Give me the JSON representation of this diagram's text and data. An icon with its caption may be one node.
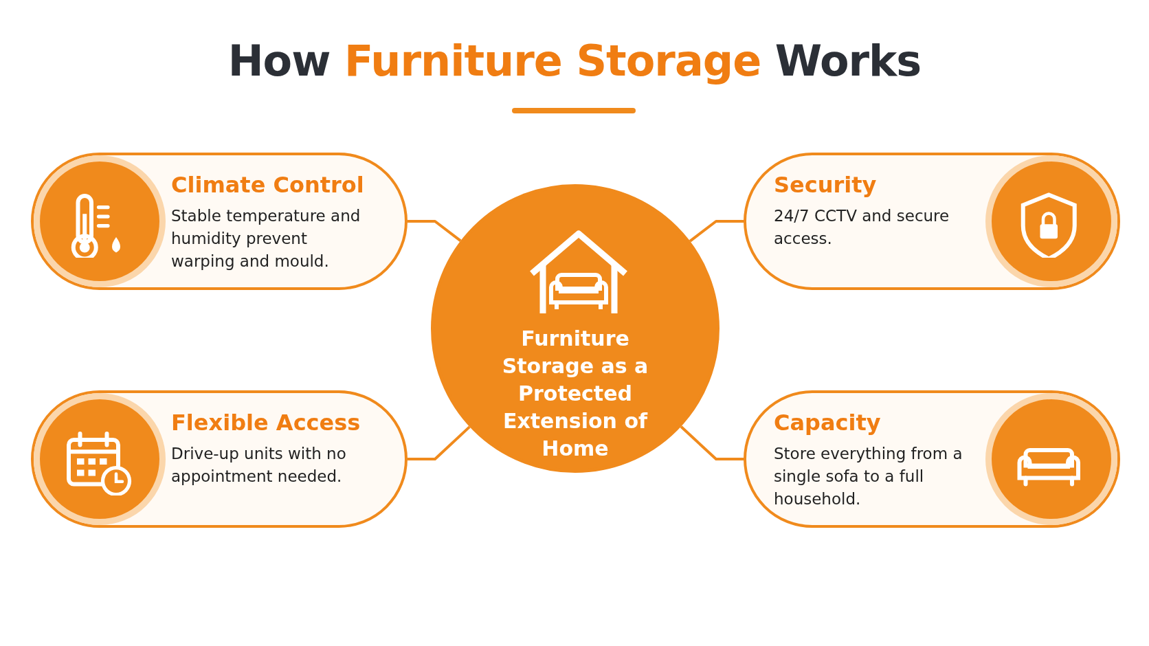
{
  "diagram": {
    "title": "How **Furniture Storage** Works",
    "nodes": [
      {
        "text": [
          "Furniture Storage as a Protected Extension of Home"
        ]
      },
      {
        "text": [
          "Climate Control",
          "Stable temperature and humidity prevent warping and mould."
        ]
      },
      {
        "text": [
          "Security",
          "24/7 CCTV and secure access."
        ]
      },
      {
        "text": [
          "Flexible Access",
          "Drive-up units with no appointment needed."
        ]
      },
      {
        "text": [
          "Capacity",
          "Store everything from a single sofa to a full household."
        ]
      }
    ],
    "edges": [
      {
        "from": 0,
        "to": 1,
        "arrow": "none"
      },
      {
        "from": 0,
        "to": 2,
        "arrow": "none"
      },
      {
        "from": 0,
        "to": 3,
        "arrow": "none"
      },
      {
        "from": 0,
        "to": 4,
        "arrow": "none"
      }
    ]
  }
}
